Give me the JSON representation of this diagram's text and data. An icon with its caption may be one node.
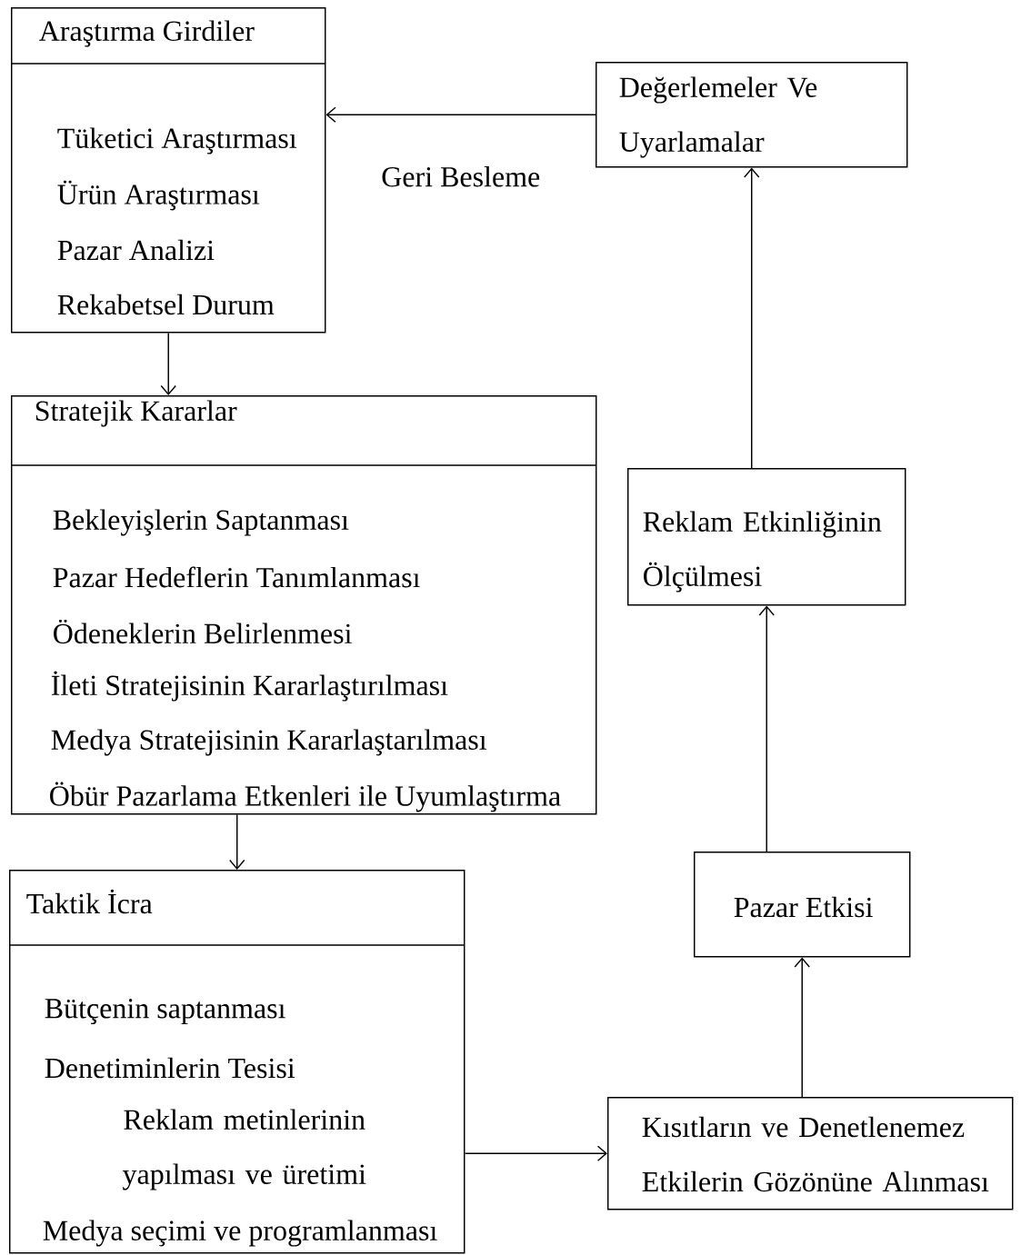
{
  "diagram": {
    "nodes": [
      {
        "text": [
          "Araştırma Girdiler",
          "Tüketici Araştırması",
          "Ürün Araştırması",
          "Pazar Analizi",
          "Rekabetsel Durum"
        ]
      },
      {
        "text": [
          "Değerlemeler Ve Uyarlamalar"
        ]
      },
      {
        "text": [
          "Stratejik Kararlar",
          "Bekleyişlerin Saptanması",
          "Pazar Hedeflerin Tanımlanması",
          "Ödeneklerin Belirlenmesi",
          "İleti Stratejisinin Kararlaştırılması",
          "Medya Stratejisinin Kararlaştarılması",
          "Öbür Pazarlama Etkenleri ile Uyumlaştırma"
        ]
      },
      {
        "text": [
          "Reklam Etkinliğinin Ölçülmesi"
        ]
      },
      {
        "text": [
          "Taktik İcra",
          "Bütçenin saptanması",
          "Denetiminlerin Tesisi",
          "Reklam metinlerinin yapılması ve üretimi",
          "Medya seçimi ve programlanması"
        ]
      },
      {
        "text": [
          "Pazar Etkisi"
        ]
      },
      {
        "text": [
          "Kısıtların ve Denetlenemez Etkilerin Gözönüne Alınması"
        ]
      }
    ],
    "edges": [
      {
        "from": 1,
        "to": 0,
        "arrow": "to",
        "label": "Geri Besleme"
      },
      {
        "from": 0,
        "to": 2,
        "arrow": "to"
      },
      {
        "from": 2,
        "to": 4,
        "arrow": "to"
      },
      {
        "from": 4,
        "to": 6,
        "arrow": "to"
      },
      {
        "from": 6,
        "to": 5,
        "arrow": "to"
      },
      {
        "from": 5,
        "to": 3,
        "arrow": "to"
      },
      {
        "from": 3,
        "to": 1,
        "arrow": "to"
      }
    ]
  }
}
